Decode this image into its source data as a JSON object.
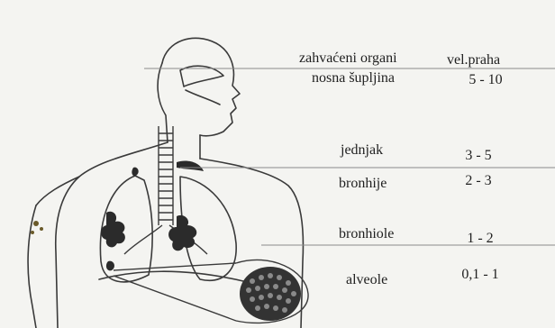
{
  "table": {
    "header": {
      "organs": "zahvaćeni organi",
      "size": "vel.praha"
    },
    "rows": [
      {
        "organ": "nosna šupljina",
        "size": "5 - 10"
      },
      {
        "organ": "jednjak",
        "size": "3 - 5"
      },
      {
        "organ": "bronhije",
        "size": "2 - 3"
      },
      {
        "organ": "bronhiole",
        "size": "1 - 2"
      },
      {
        "organ": "alveole",
        "size": "0,1 - 1"
      }
    ]
  },
  "figure": {
    "subject": "human-respiratory-system-outline",
    "colors": {
      "ink": "#3a3a3a",
      "paper": "#f4f4f1",
      "dark_fill": "#2b2b2b",
      "rule": "#8a8a8a"
    }
  }
}
